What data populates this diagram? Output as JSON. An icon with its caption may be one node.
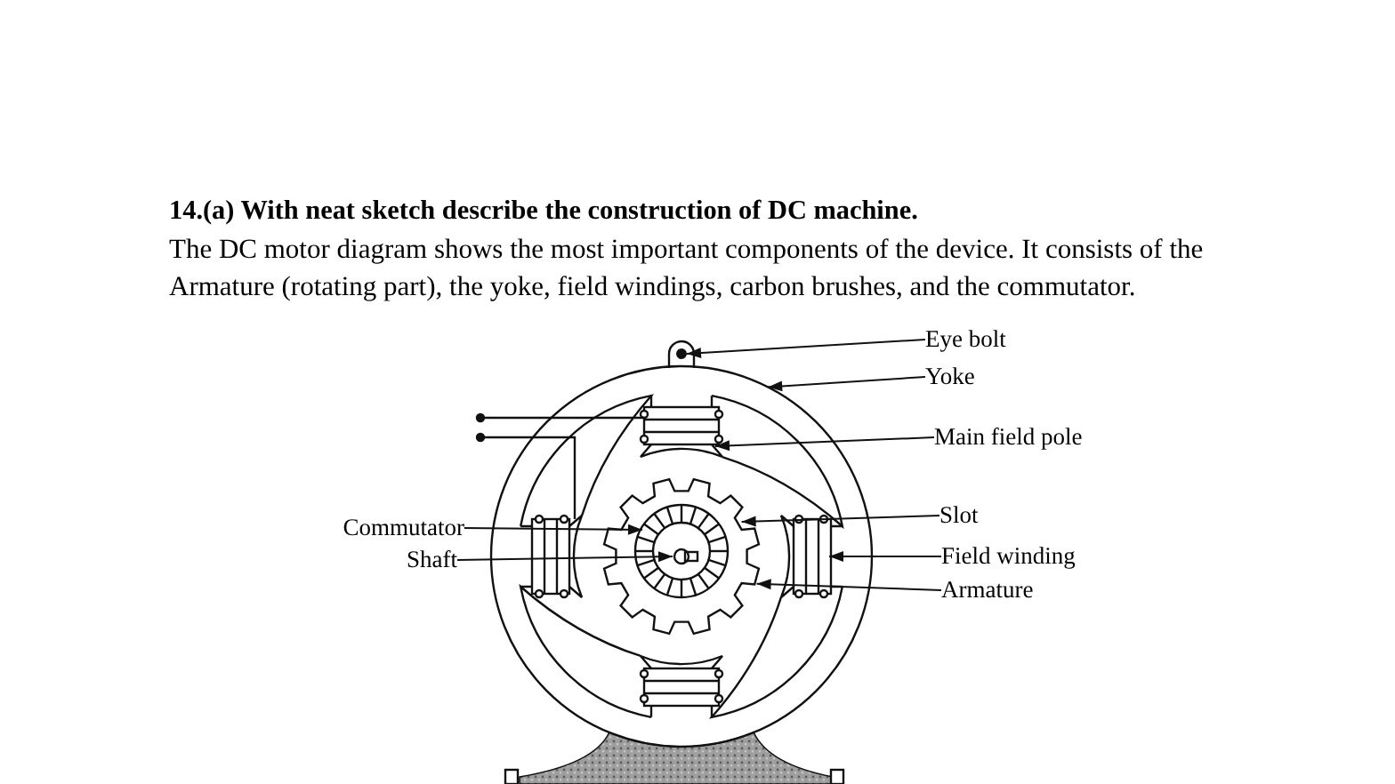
{
  "diagram": {
    "title": "14.(a) With neat sketch describe the construction of DC machine.",
    "nodes": [
      {
        "text": [
          "Eye bolt"
        ]
      },
      {
        "text": [
          "Yoke"
        ]
      },
      {
        "text": [
          "Main field pole"
        ]
      },
      {
        "text": [
          "Slot"
        ]
      },
      {
        "text": [
          "Commutator"
        ]
      },
      {
        "text": [
          "Field winding"
        ]
      },
      {
        "text": [
          "Shaft"
        ]
      },
      {
        "text": [
          "Armature"
        ]
      }
    ],
    "edges": [
      {
        "from": 0,
        "to": null,
        "arrow": "to"
      },
      {
        "from": 1,
        "to": null,
        "arrow": "to"
      },
      {
        "from": 2,
        "to": null,
        "arrow": "to"
      },
      {
        "from": 3,
        "to": null,
        "arrow": "to"
      },
      {
        "from": 4,
        "to": null,
        "arrow": "to"
      },
      {
        "from": 5,
        "to": null,
        "arrow": "to"
      },
      {
        "from": 6,
        "to": null,
        "arrow": "to"
      },
      {
        "from": 7,
        "to": null,
        "arrow": "to"
      }
    ],
    "labels": [
      "The DC motor diagram shows the most important components of the device. It consists of the Armature (rotating part), the yoke, field windings, carbon brushes, and the commutator."
    ]
  }
}
